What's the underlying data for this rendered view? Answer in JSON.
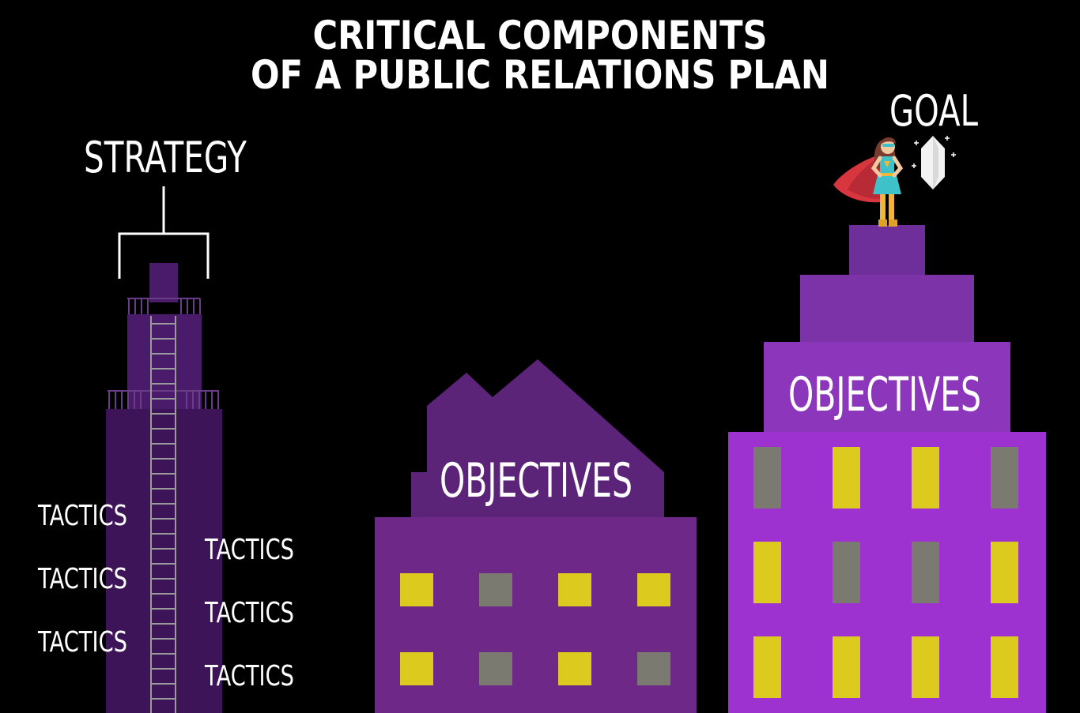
{
  "title": {
    "line1": "CRITICAL COMPONENTS",
    "line2": "OF A PUBLIC RELATIONS PLAN"
  },
  "labels": {
    "strategy": "STRATEGY",
    "goal": "GOAL",
    "objectives_middle": "OBJECTIVES",
    "objectives_right": "OBJECTIVES",
    "tactics": [
      "TACTICS",
      "TACTICS",
      "TACTICS",
      "TACTICS",
      "TACTICS",
      "TACTICS"
    ]
  },
  "colors": {
    "background": "#000000",
    "text": "#ffffff",
    "tower_dark": "#3c1457",
    "tower_light": "#4a1a6b",
    "middle_roof": "#5b2478",
    "middle_body": "#6e2888",
    "right_top": "#6f2f9a",
    "right_mid": "#7d33a8",
    "right_band": "#8b36bb",
    "right_body": "#9e32d0",
    "window_lit": "#dccb1e",
    "window_dark": "#7a7a70",
    "ladder": "#9a9a9a",
    "gem": "#f2f2f2"
  },
  "icons": {
    "hero": "superhero-woman-icon",
    "goal": "gem-icon"
  }
}
